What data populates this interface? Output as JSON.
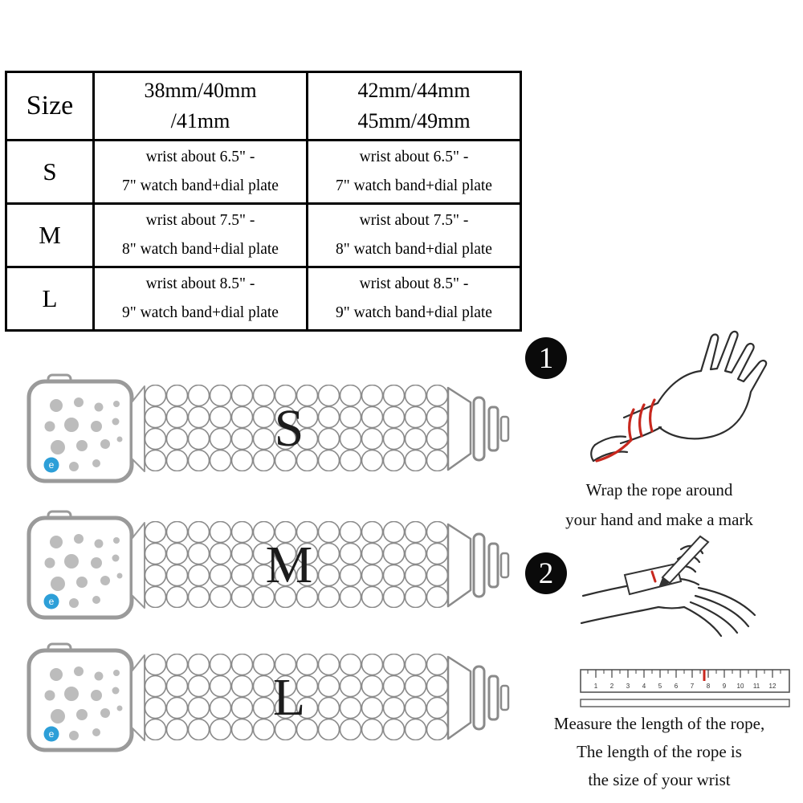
{
  "table": {
    "size_header": "Size",
    "columns": [
      {
        "line1": "38mm/40mm",
        "line2": "/41mm"
      },
      {
        "line1": "42mm/44mm",
        "line2": "45mm/49mm"
      }
    ],
    "rows": [
      {
        "size": "S",
        "cells": [
          {
            "line1": "wrist about 6.5\" -",
            "line2": "7\" watch band+dial plate"
          },
          {
            "line1": "wrist about 6.5\" -",
            "line2": "7\" watch band+dial plate"
          }
        ]
      },
      {
        "size": "M",
        "cells": [
          {
            "line1": "wrist about 7.5\" -",
            "line2": "8\" watch band+dial plate"
          },
          {
            "line1": "wrist about 7.5\" -",
            "line2": "8\" watch band+dial plate"
          }
        ]
      },
      {
        "size": "L",
        "cells": [
          {
            "line1": "wrist about 8.5\" -",
            "line2": "9\" watch band+dial plate"
          },
          {
            "line1": "wrist about 8.5\" -",
            "line2": "9\" watch band+dial plate"
          }
        ]
      }
    ]
  },
  "watch_logo": "e",
  "watches": [
    {
      "label": "S"
    },
    {
      "label": "M"
    },
    {
      "label": "L"
    }
  ],
  "steps": [
    {
      "number": "1",
      "lines": [
        "Wrap the rope around",
        "your hand and make a mark"
      ]
    },
    {
      "number": "2",
      "lines": [
        "Measure the length of the rope,",
        "The length of the rope is",
        "the size of your wrist"
      ]
    }
  ],
  "ruler": {
    "numbers": [
      "1",
      "2",
      "3",
      "4",
      "5",
      "6",
      "7",
      "8",
      "9",
      "10",
      "11",
      "12"
    ]
  },
  "colors": {
    "mark_red": "#c8281e",
    "logo_blue": "#2d9fd8",
    "table_border": "#000000"
  }
}
